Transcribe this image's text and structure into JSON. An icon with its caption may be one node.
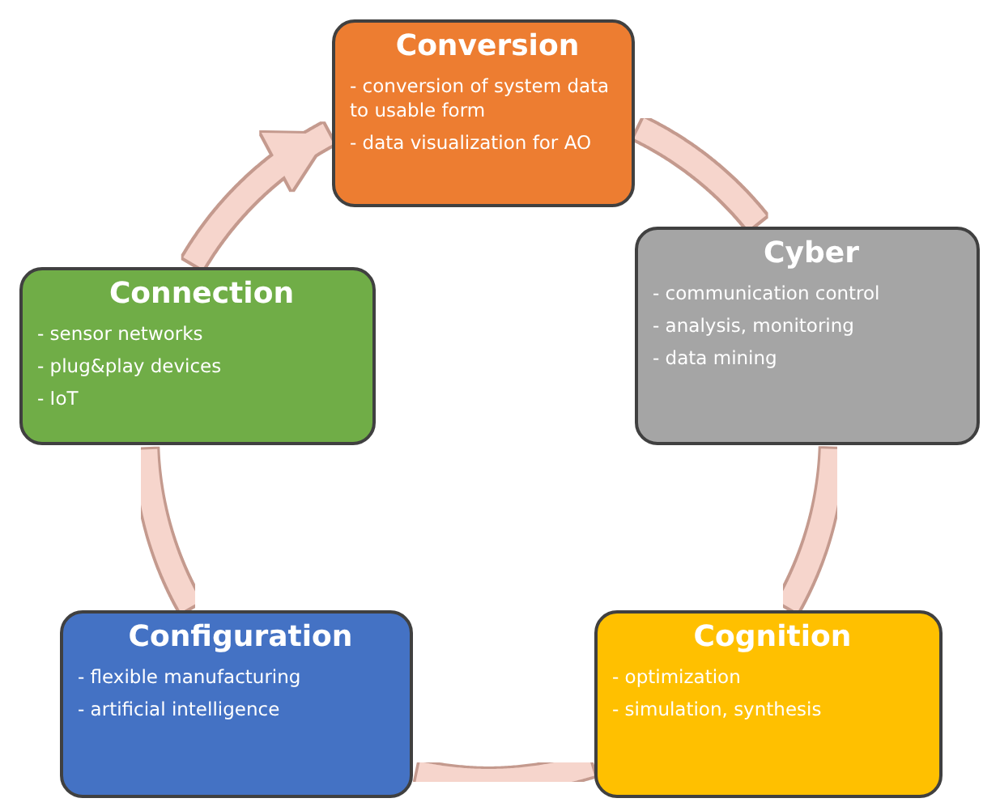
{
  "diagram": {
    "nodes": [
      {
        "text": [
          "Conversion",
          "- conversion of system data to usable form",
          "- data visualization for AO"
        ]
      },
      {
        "text": [
          "Cyber",
          "- communication control",
          "- analysis, monitoring",
          "- data mining"
        ]
      },
      {
        "text": [
          "Cognition",
          "- optimization",
          "- simulation, synthesis"
        ]
      },
      {
        "text": [
          "Configuration",
          "- flexible manufacturing",
          "- artificial intelligence"
        ]
      },
      {
        "text": [
          "Connection",
          "- sensor networks",
          "- plug&play devices",
          "- IoT"
        ]
      }
    ],
    "edges": [
      {
        "from": 4,
        "to": 0,
        "arrow": "to"
      },
      {
        "from": 0,
        "to": 1,
        "arrow": "none"
      },
      {
        "from": 1,
        "to": 2,
        "arrow": "none"
      },
      {
        "from": 2,
        "to": 3,
        "arrow": "none"
      },
      {
        "from": 3,
        "to": 4,
        "arrow": "none"
      }
    ]
  }
}
